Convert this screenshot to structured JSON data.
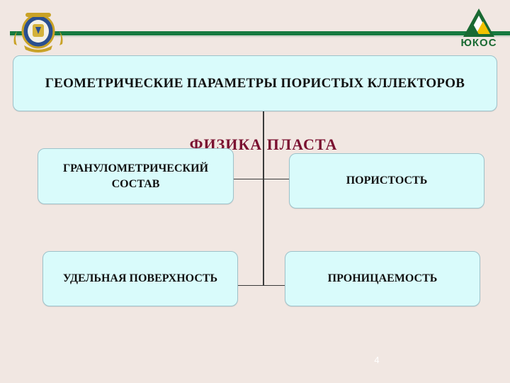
{
  "colors": {
    "background": "#f1e7e2",
    "box_fill": "#d9fbfb",
    "box_border": "#9ec2ca",
    "accent_green": "#177a40",
    "title_text": "#7a1030"
  },
  "header": {
    "left_icon": "university-emblem-icon",
    "right_icon": "yukos-logo-icon",
    "logo_text": "ЮКОС"
  },
  "background_title": "ФИЗИКА  ПЛАСТА",
  "diagram": {
    "root": "ГЕОМЕТРИЧЕСКИЕ ПАРАМЕТРЫ ПОРИСТЫХ КЛЛЕКТОРОВ",
    "children": [
      "ГРАНУЛОМЕТРИЧЕСКИЙ СОСТАВ",
      "ПОРИСТОСТЬ",
      "УДЕЛЬНАЯ ПОВЕРХНОСТЬ",
      "ПРОНИЦАЕМОСТЬ"
    ]
  },
  "page_number": "4"
}
